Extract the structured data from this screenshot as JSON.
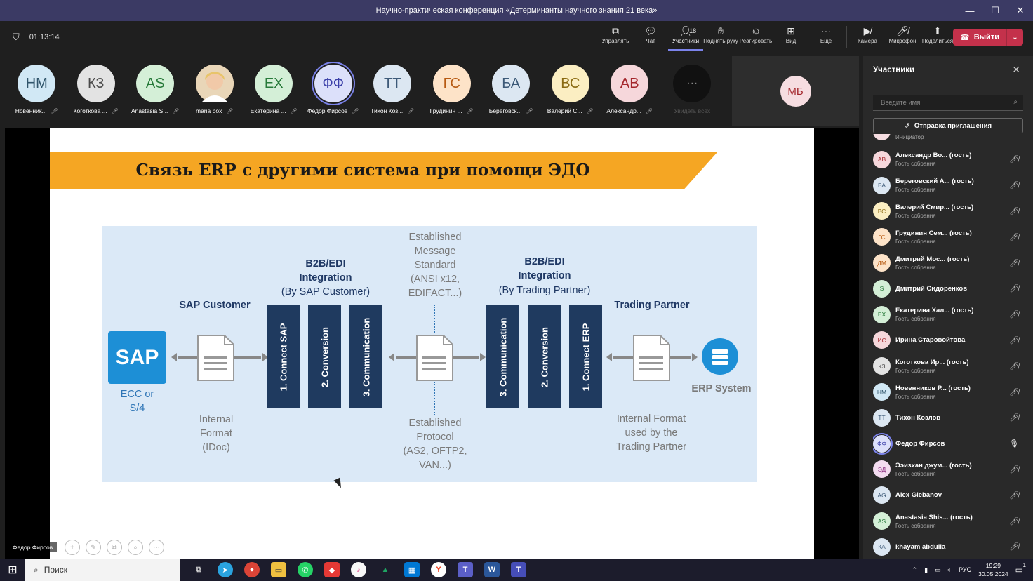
{
  "window": {
    "title": "Научно-практическая конференция «Детерминанты научного знания 21 века»"
  },
  "toolbar": {
    "timer": "01:13:14",
    "buttons": [
      {
        "label": "Управлять",
        "icon": "share-screen-icon"
      },
      {
        "label": "Чат",
        "icon": "chat-icon"
      },
      {
        "label": "Участники",
        "icon": "people-icon",
        "count": "18"
      },
      {
        "label": "Поднять руку",
        "icon": "raise-hand-icon"
      },
      {
        "label": "Реагировать",
        "icon": "smile-icon"
      },
      {
        "label": "Вид",
        "icon": "grid-icon"
      },
      {
        "label": "Еще",
        "icon": "more-icon"
      }
    ],
    "media": [
      {
        "label": "Камера",
        "icon": "camera-off-icon"
      },
      {
        "label": "Микрофон",
        "icon": "mic-off-icon"
      },
      {
        "label": "Поделиться",
        "icon": "share-icon"
      }
    ],
    "leave_label": "Выйти"
  },
  "strip": [
    {
      "initials": "НМ",
      "name": "Новенник...",
      "bg": "#d1e8f5",
      "fg": "#30556b"
    },
    {
      "initials": "КЗ",
      "name": "Коготкова ...",
      "bg": "#e3e3e3",
      "fg": "#4a4a4a"
    },
    {
      "initials": "AS",
      "name": "Anastasia S...",
      "bg": "#d4efd7",
      "fg": "#277a3a"
    },
    {
      "initials": "",
      "name": "maria box",
      "bg": "#e8c9a0",
      "fg": "#5a3a20",
      "photo": true
    },
    {
      "initials": "ЕХ",
      "name": "Екатерина ...",
      "bg": "#d4efd7",
      "fg": "#277a3a"
    },
    {
      "initials": "ФФ",
      "name": "Федор Фирсов",
      "bg": "#dce0fa",
      "fg": "#3b3fa8",
      "speaking": true
    },
    {
      "initials": "ТТ",
      "name": "Тихон Коз...",
      "bg": "#dce7f2",
      "fg": "#3d5a78"
    },
    {
      "initials": "ГС",
      "name": "Грудинин ...",
      "bg": "#fde3c8",
      "fg": "#b75a12"
    },
    {
      "initials": "БА",
      "name": "Береговск...",
      "bg": "#dce7f2",
      "fg": "#3d5a78"
    },
    {
      "initials": "ВС",
      "name": "Валерий С...",
      "bg": "#fbeec2",
      "fg": "#8a6a12"
    },
    {
      "initials": "АВ",
      "name": "Александр...",
      "bg": "#f6d7db",
      "fg": "#a4262c"
    }
  ],
  "see_all": "Увидеть всех",
  "tile_mb": "МБ",
  "slide": {
    "title": "Связь ERP с другими система при помощи ЭДО",
    "sap_logo": "SAP",
    "sap_sub": "ECC or\nS/4",
    "sap_customer": "SAP Customer",
    "internal_idoc": "Internal\nFormat\n(IDoc)",
    "b2b_left": "B2B/EDI\nIntegration",
    "b2b_left_sub": "(By SAP Customer)",
    "bars_left": [
      "1. Connect SAP",
      "2. Conversion",
      "3. Communication"
    ],
    "msg_std": "Established\nMessage\nStandard\n(ANSI x12,\nEDIFACT...)",
    "protocol": "Established\nProtocol\n(AS2, OFTP2,\nVAN...)",
    "b2b_right": "B2B/EDI\nIntegration",
    "b2b_right_sub": "(By Trading Partner)",
    "bars_right": [
      "3. Communication",
      "2. Conversion",
      "1. Connect ERP"
    ],
    "trading_partner": "Trading Partner",
    "erp_system": "ERP System",
    "internal_tp": "Internal Format\nused by the\nTrading Partner"
  },
  "speaker_tag": "Федор Фирсов",
  "panel": {
    "title": "Участники",
    "search_placeholder": "Введите имя",
    "invite_label": "Отправка приглашения",
    "partial_role": "Инициатор",
    "people": [
      {
        "initials": "АВ",
        "name": "Александр Во... (гость)",
        "sub": "Гость собрания",
        "bg": "#f6d7db",
        "fg": "#a4262c"
      },
      {
        "initials": "БА",
        "name": "Береговский А... (гость)",
        "sub": "Гость собрания",
        "bg": "#dce7f2",
        "fg": "#3d5a78"
      },
      {
        "initials": "ВС",
        "name": "Валерий Смир... (гость)",
        "sub": "Гость собрания",
        "bg": "#fbeec2",
        "fg": "#8a6a12"
      },
      {
        "initials": "ГС",
        "name": "Грудинин Сем... (гость)",
        "sub": "Гость собрания",
        "bg": "#fde3c8",
        "fg": "#b75a12"
      },
      {
        "initials": "ДМ",
        "name": "Дмитрий Мос... (гость)",
        "sub": "Гость собрания",
        "bg": "#fde3c8",
        "fg": "#b75a12"
      },
      {
        "initials": "S",
        "name": "Дмитрий Сидоренков",
        "sub": "",
        "bg": "#d4efd7",
        "fg": "#277a3a"
      },
      {
        "initials": "ЕХ",
        "name": "Екатерина Хал... (гость)",
        "sub": "Гость собрания",
        "bg": "#d4efd7",
        "fg": "#277a3a"
      },
      {
        "initials": "ИС",
        "name": "Ирина Старовойтова",
        "sub": "",
        "bg": "#f6d7db",
        "fg": "#a4262c"
      },
      {
        "initials": "КЗ",
        "name": "Коготкова Ир... (гость)",
        "sub": "Гость собрания",
        "bg": "#e3e3e3",
        "fg": "#4a4a4a"
      },
      {
        "initials": "НМ",
        "name": "Новенников Р... (гость)",
        "sub": "Гость собрания",
        "bg": "#d1e8f5",
        "fg": "#30556b"
      },
      {
        "initials": "ТТ",
        "name": "Тихон Козлов",
        "sub": "",
        "bg": "#dce7f2",
        "fg": "#3d5a78"
      },
      {
        "initials": "ФФ",
        "name": "Федор Фирсов",
        "sub": "",
        "bg": "#dce0fa",
        "fg": "#3b3fa8",
        "mic_on": true
      },
      {
        "initials": "ЭД",
        "name": "Ээизхан джум... (гость)",
        "sub": "Гость собрания",
        "bg": "#f3dcf0",
        "fg": "#8a2a7e"
      },
      {
        "initials": "AG",
        "name": "Alex Glebanov",
        "sub": "",
        "bg": "#dce7f2",
        "fg": "#3d5a78"
      },
      {
        "initials": "AS",
        "name": "Anastasia Shis... (гость)",
        "sub": "Гость собрания",
        "bg": "#d4efd7",
        "fg": "#277a3a"
      },
      {
        "initials": "КА",
        "name": "khayam abdulla",
        "sub": "",
        "bg": "#dce7f2",
        "fg": "#3d5a78"
      }
    ]
  },
  "taskbar": {
    "search_label": "Поиск",
    "lang": "РУС",
    "time": "19:29",
    "date": "30.05.2024",
    "notif_count": "1"
  }
}
